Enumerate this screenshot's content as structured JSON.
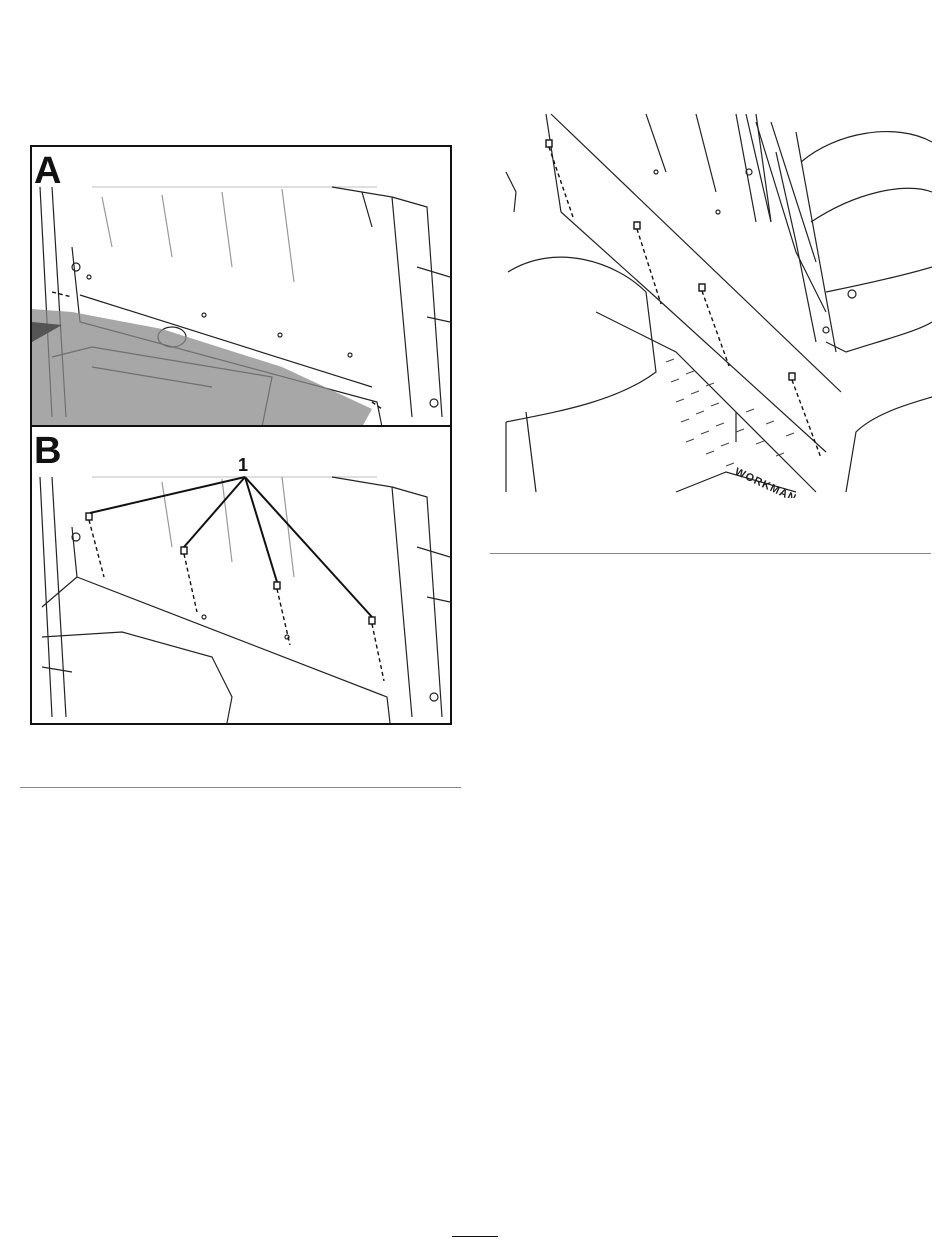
{
  "figure_left": {
    "panel_a_label": "A",
    "panel_b_label": "B",
    "callout_number": "1"
  },
  "figure_right": {
    "brand_text": "WORKMAN"
  }
}
